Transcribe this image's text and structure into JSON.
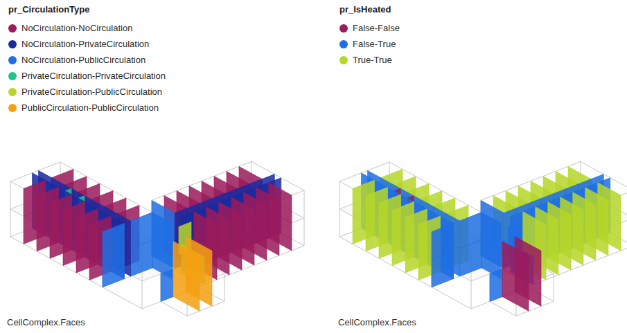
{
  "diagram": {
    "labels": [
      "pr_CirculationType",
      "pr_IsHeated",
      "CellComplex.Faces",
      "CellComplex.Faces"
    ],
    "legend": [
      {
        "text": "NoCirculation-NoCirculation",
        "color": "#9b1b5c"
      },
      {
        "text": "NoCirculation-PrivateCirculation",
        "color": "#1a2aa0"
      },
      {
        "text": "NoCirculation-PublicCirculation",
        "color": "#1f6fe3"
      },
      {
        "text": "PrivateCirculation-PrivateCirculation",
        "color": "#1ec48c"
      },
      {
        "text": "PrivateCirculation-PublicCirculation",
        "color": "#b6d62a"
      },
      {
        "text": "PublicCirculation-PublicCirculation",
        "color": "#f5a012"
      },
      {
        "text": "False-False",
        "color": "#9b1b5c"
      },
      {
        "text": "False-True",
        "color": "#1f6fe3"
      },
      {
        "text": "True-True",
        "color": "#b6d62a"
      }
    ]
  }
}
